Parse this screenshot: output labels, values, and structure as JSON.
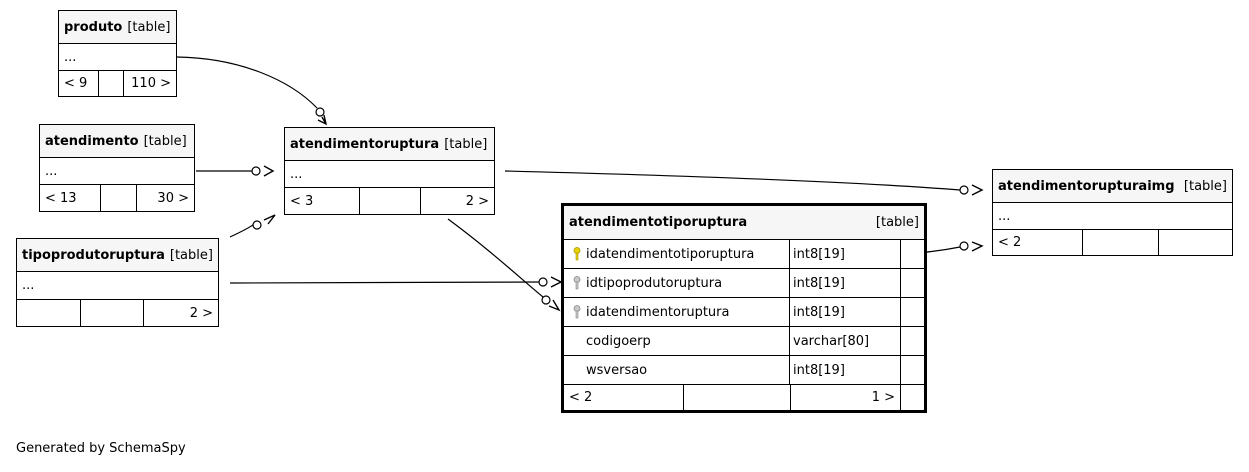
{
  "tables": {
    "produto": {
      "name": "produto",
      "tag": "[table]",
      "row": "...",
      "foot": [
        "< 9",
        "",
        "110 >"
      ]
    },
    "atendimento": {
      "name": "atendimento",
      "tag": "[table]",
      "row": "...",
      "foot": [
        "< 13",
        "",
        "30 >"
      ]
    },
    "tipoprodutoruptura": {
      "name": "tipoprodutoruptura",
      "tag": "[table]",
      "row": "...",
      "foot": [
        "",
        "",
        "2 >"
      ]
    },
    "atendimentoruptura": {
      "name": "atendimentoruptura",
      "tag": "[table]",
      "row": "...",
      "foot": [
        "< 3",
        "",
        "2 >"
      ]
    },
    "atendimentorupturaimg": {
      "name": "atendimentorupturaimg",
      "tag": "[table]",
      "row": "...",
      "foot": [
        "< 2",
        "",
        ""
      ]
    },
    "atendimentotiporuptura": {
      "name": "atendimentotiporuptura",
      "tag": "[table]",
      "columns": [
        {
          "name": "idatendimentotiporuptura",
          "type": "int8[19]",
          "key": "primary-key"
        },
        {
          "name": "idtipoprodutoruptura",
          "type": "int8[19]",
          "key": "foreign-key"
        },
        {
          "name": "idatendimentoruptura",
          "type": "int8[19]",
          "key": "foreign-key"
        },
        {
          "name": "codigoerp",
          "type": "varchar[80]",
          "key": ""
        },
        {
          "name": "wsversao",
          "type": "int8[19]",
          "key": ""
        }
      ],
      "foot": [
        "< 2",
        "",
        "1 >"
      ]
    }
  },
  "footer": {
    "generated": "Generated by SchemaSpy"
  },
  "colors": {
    "header_bg": "#f6f6f6",
    "primary_key": "#e8d400",
    "foreign_key": "#a9a9a9",
    "line": "#000000"
  }
}
